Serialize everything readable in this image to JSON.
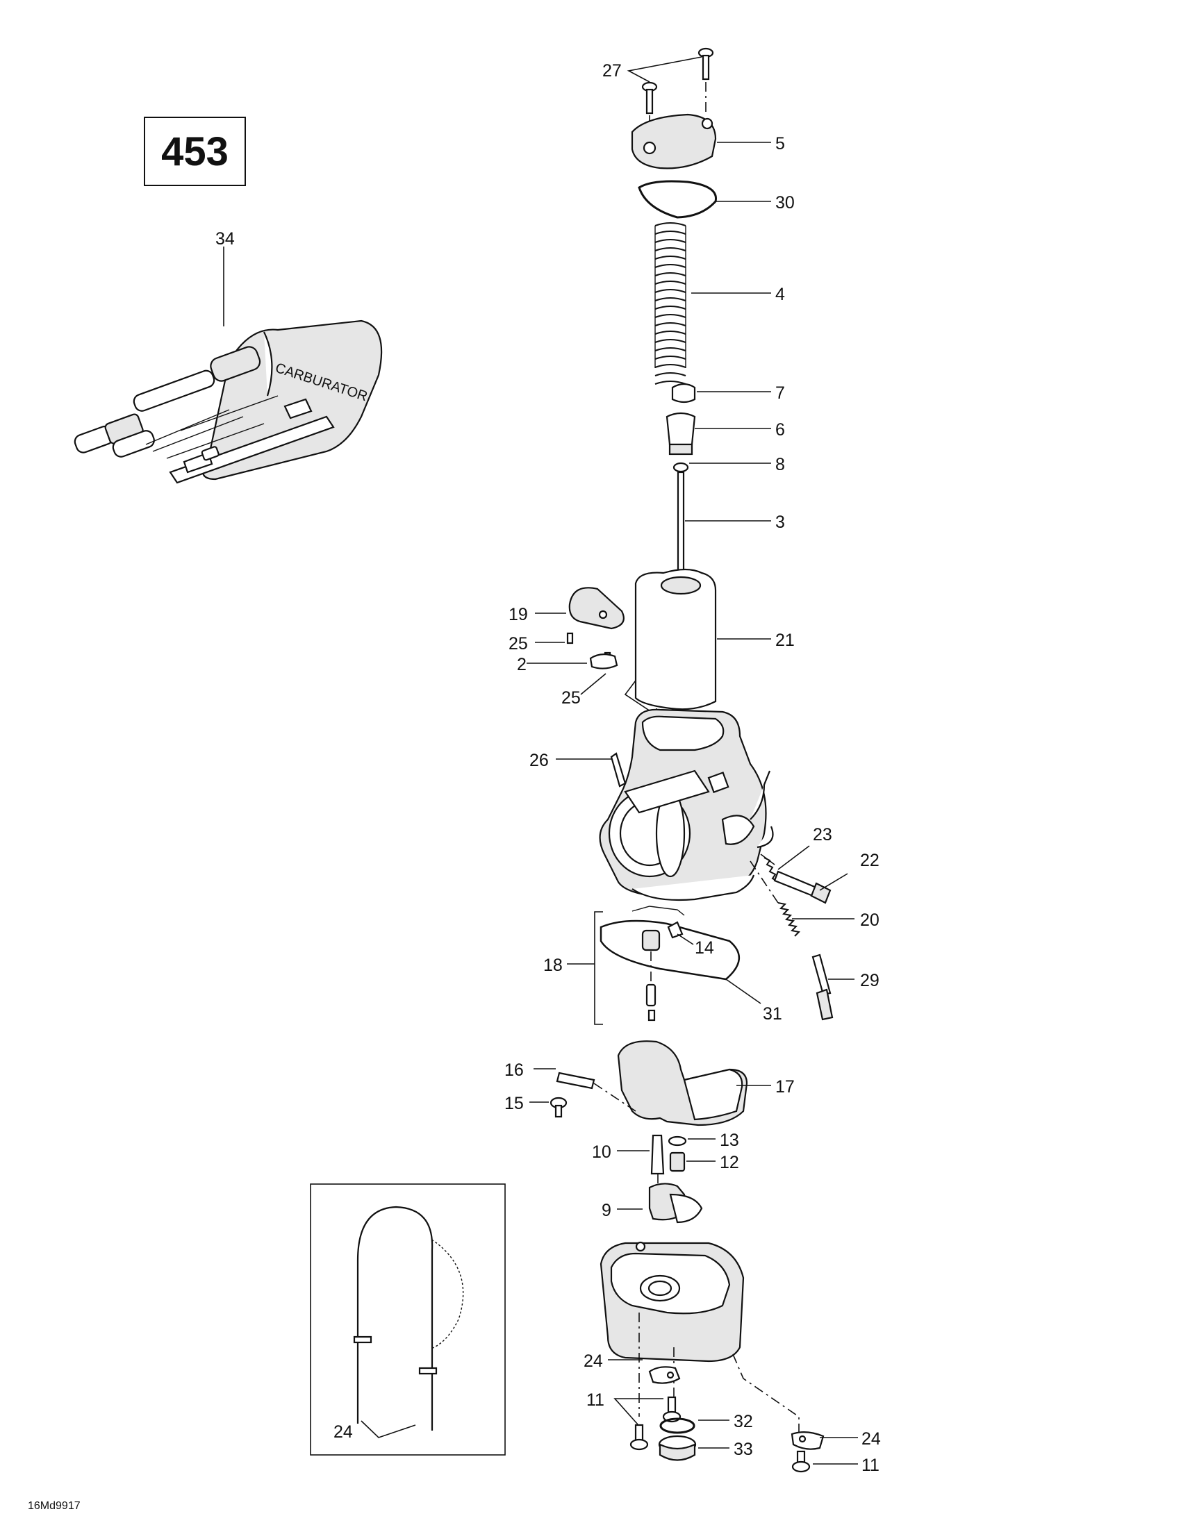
{
  "page_number": "453",
  "diagram_code": "16Md9917",
  "callouts": {
    "n2": "2",
    "n3": "3",
    "n4": "4",
    "n5": "5",
    "n6": "6",
    "n7": "7",
    "n8": "8",
    "n9": "9",
    "n10": "10",
    "n11": "11",
    "n12": "12",
    "n13": "13",
    "n14": "14",
    "n15": "15",
    "n16": "16",
    "n17": "17",
    "n18": "18",
    "n19": "19",
    "n20": "20",
    "n21": "21",
    "n22": "22",
    "n23": "23",
    "n24": "24",
    "n25": "25",
    "n26": "26",
    "n27": "27",
    "n29": "29",
    "n30": "30",
    "n31": "31",
    "n32": "32",
    "n33": "33",
    "n34": "34"
  },
  "tool_kit_text": "CARBURATOR"
}
